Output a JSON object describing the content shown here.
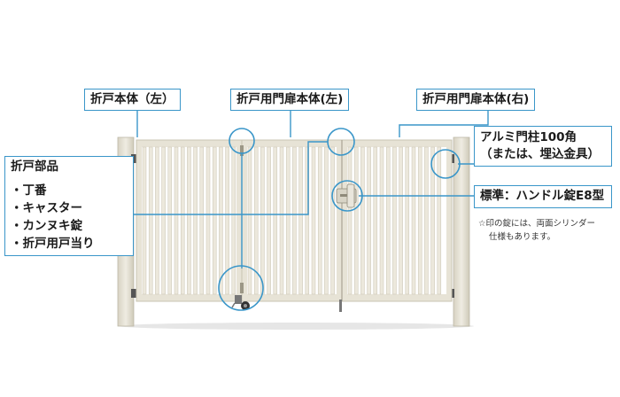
{
  "labels": {
    "left_body": "折戸本体（左）",
    "folding_door_left": "折戸用門扉本体(左)",
    "folding_door_right": "折戸用門扉本体(右)",
    "parts_title": "折戸部品",
    "parts_items": [
      "・丁番",
      "・キャスター",
      "・カンヌキ錠",
      "・折戸用戸当り"
    ],
    "post_line1": "アルミ門柱100角",
    "post_line2": "（または、埋込金具）",
    "lock": "標準：ハンドル錠E8型",
    "note_line1": "☆印の錠には、両面シリンダー",
    "note_line2": "仕様もあります。"
  },
  "colors": {
    "callout": "#3a96c9",
    "gate_frame": "#e7e3d6",
    "gate_shadow": "#c9c4b3",
    "gate_slat": "#ece8dc"
  }
}
